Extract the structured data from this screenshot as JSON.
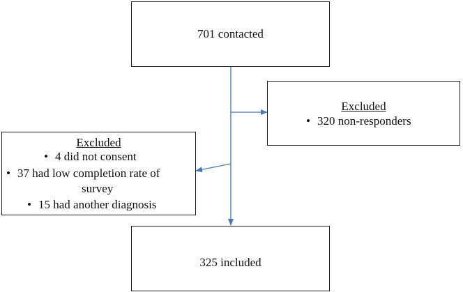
{
  "colors": {
    "box_border": "#1a1a1a",
    "arrow": "#4a78b5"
  },
  "top_box": {
    "label": "701 contacted"
  },
  "right_exclusion": {
    "heading": "Excluded",
    "bullets": [
      "320 non-responders"
    ]
  },
  "left_exclusion": {
    "heading": "Excluded",
    "bullets": [
      "4 did not consent",
      "37 had low completion rate of",
      "survey",
      "15 had another diagnosis"
    ]
  },
  "bottom_box": {
    "label": "325 included"
  }
}
